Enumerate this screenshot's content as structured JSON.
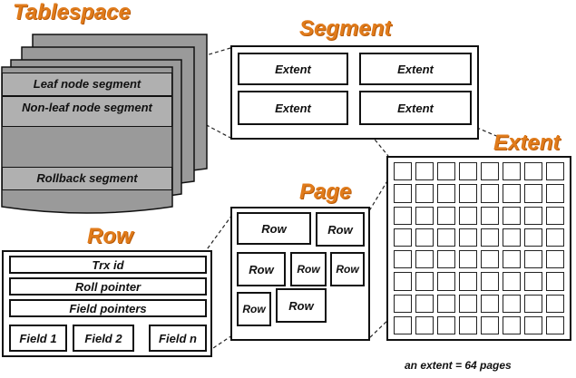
{
  "titles": {
    "tablespace": "Tablespace",
    "segment": "Segment",
    "extent": "Extent",
    "page": "Page",
    "row": "Row"
  },
  "tablespace": {
    "segments": [
      "Leaf node segment",
      "Non-leaf node segment",
      "Rollback segment"
    ]
  },
  "segment": {
    "extents": [
      "Extent",
      "Extent",
      "Extent",
      "Extent"
    ]
  },
  "page": {
    "rows": [
      "Row",
      "Row",
      "Row",
      "Row",
      "Row",
      "Row",
      "Row"
    ]
  },
  "row": {
    "fields": [
      "Trx id",
      "Roll pointer",
      "Field pointers"
    ],
    "columns": [
      "Field 1",
      "Field 2",
      "Field n"
    ]
  },
  "extent_grid": {
    "rows": 8,
    "cols": 8
  },
  "footnote": "an extent = 64 pages",
  "colors": {
    "title": "#e07b1b",
    "stack": "#9a9a9a",
    "line": "#111111"
  }
}
